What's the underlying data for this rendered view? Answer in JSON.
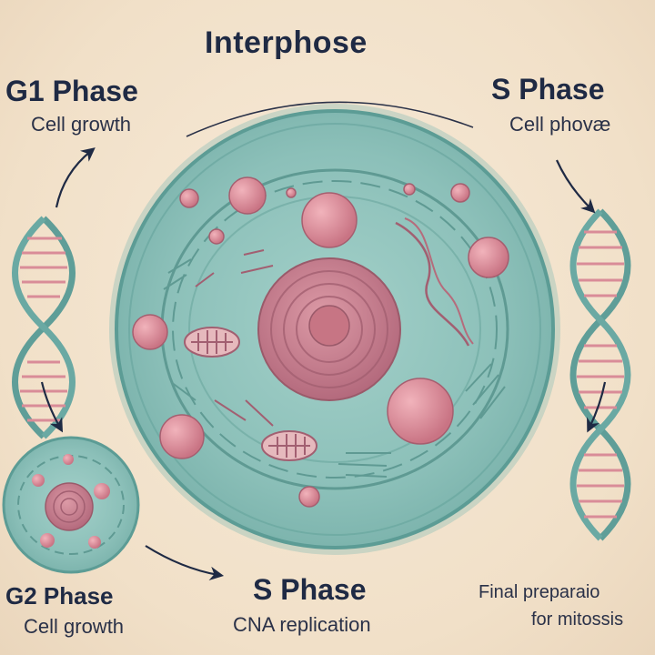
{
  "title": "Interphose",
  "labels": {
    "g1_heading": "G1 Phase",
    "g1_caption": "Cell growth",
    "s_top_heading": "S Phase",
    "s_top_caption": "Cell phovæ",
    "g2_heading": "G2 Phase",
    "g2_caption": "Cell growth",
    "s_bottom_heading": "S Phase",
    "s_bottom_caption": "CNA replication",
    "final_line1": "Final preparaio",
    "final_line2": "for mitossis"
  },
  "colors": {
    "background": "#f3e4cf",
    "cytoplasm": "#8ec3bc",
    "membrane": "#6aa69f",
    "organelle": "#d98c98",
    "nucleus": "#c77d8e",
    "dna_strand": "#5f9e98",
    "dna_rung": "#d98c98",
    "text": "#1f2a44"
  },
  "icons": [
    "dna-helix-icon",
    "cycle-arrow-icon",
    "cell-icon",
    "nucleus-icon"
  ]
}
